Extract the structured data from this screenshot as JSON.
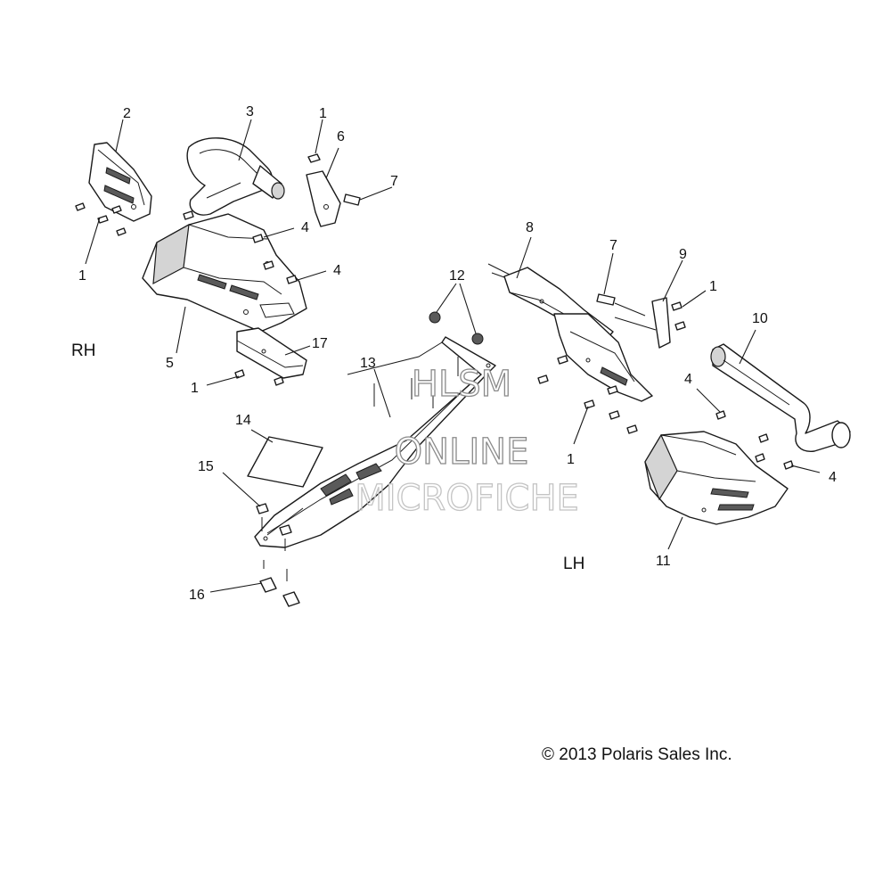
{
  "watermark": {
    "line1": "HLSM",
    "line2": "ONLINE",
    "line3": "MICROFICHE"
  },
  "side_labels": {
    "right": "RH",
    "left": "LH"
  },
  "copyright": "© 2013 Polaris Sales Inc.",
  "callouts": {
    "c1a": "1",
    "c1b": "1",
    "c1c": "1",
    "c1d": "1",
    "c1e": "1",
    "c2": "2",
    "c3": "3",
    "c4a": "4",
    "c4b": "4",
    "c4c": "4",
    "c4d": "4",
    "c5": "5",
    "c6": "6",
    "c7a": "7",
    "c7b": "7",
    "c8": "8",
    "c9": "9",
    "c10": "10",
    "c11": "11",
    "c12": "12",
    "c13": "13",
    "c14": "14",
    "c15": "15",
    "c16": "16",
    "c17": "17"
  }
}
